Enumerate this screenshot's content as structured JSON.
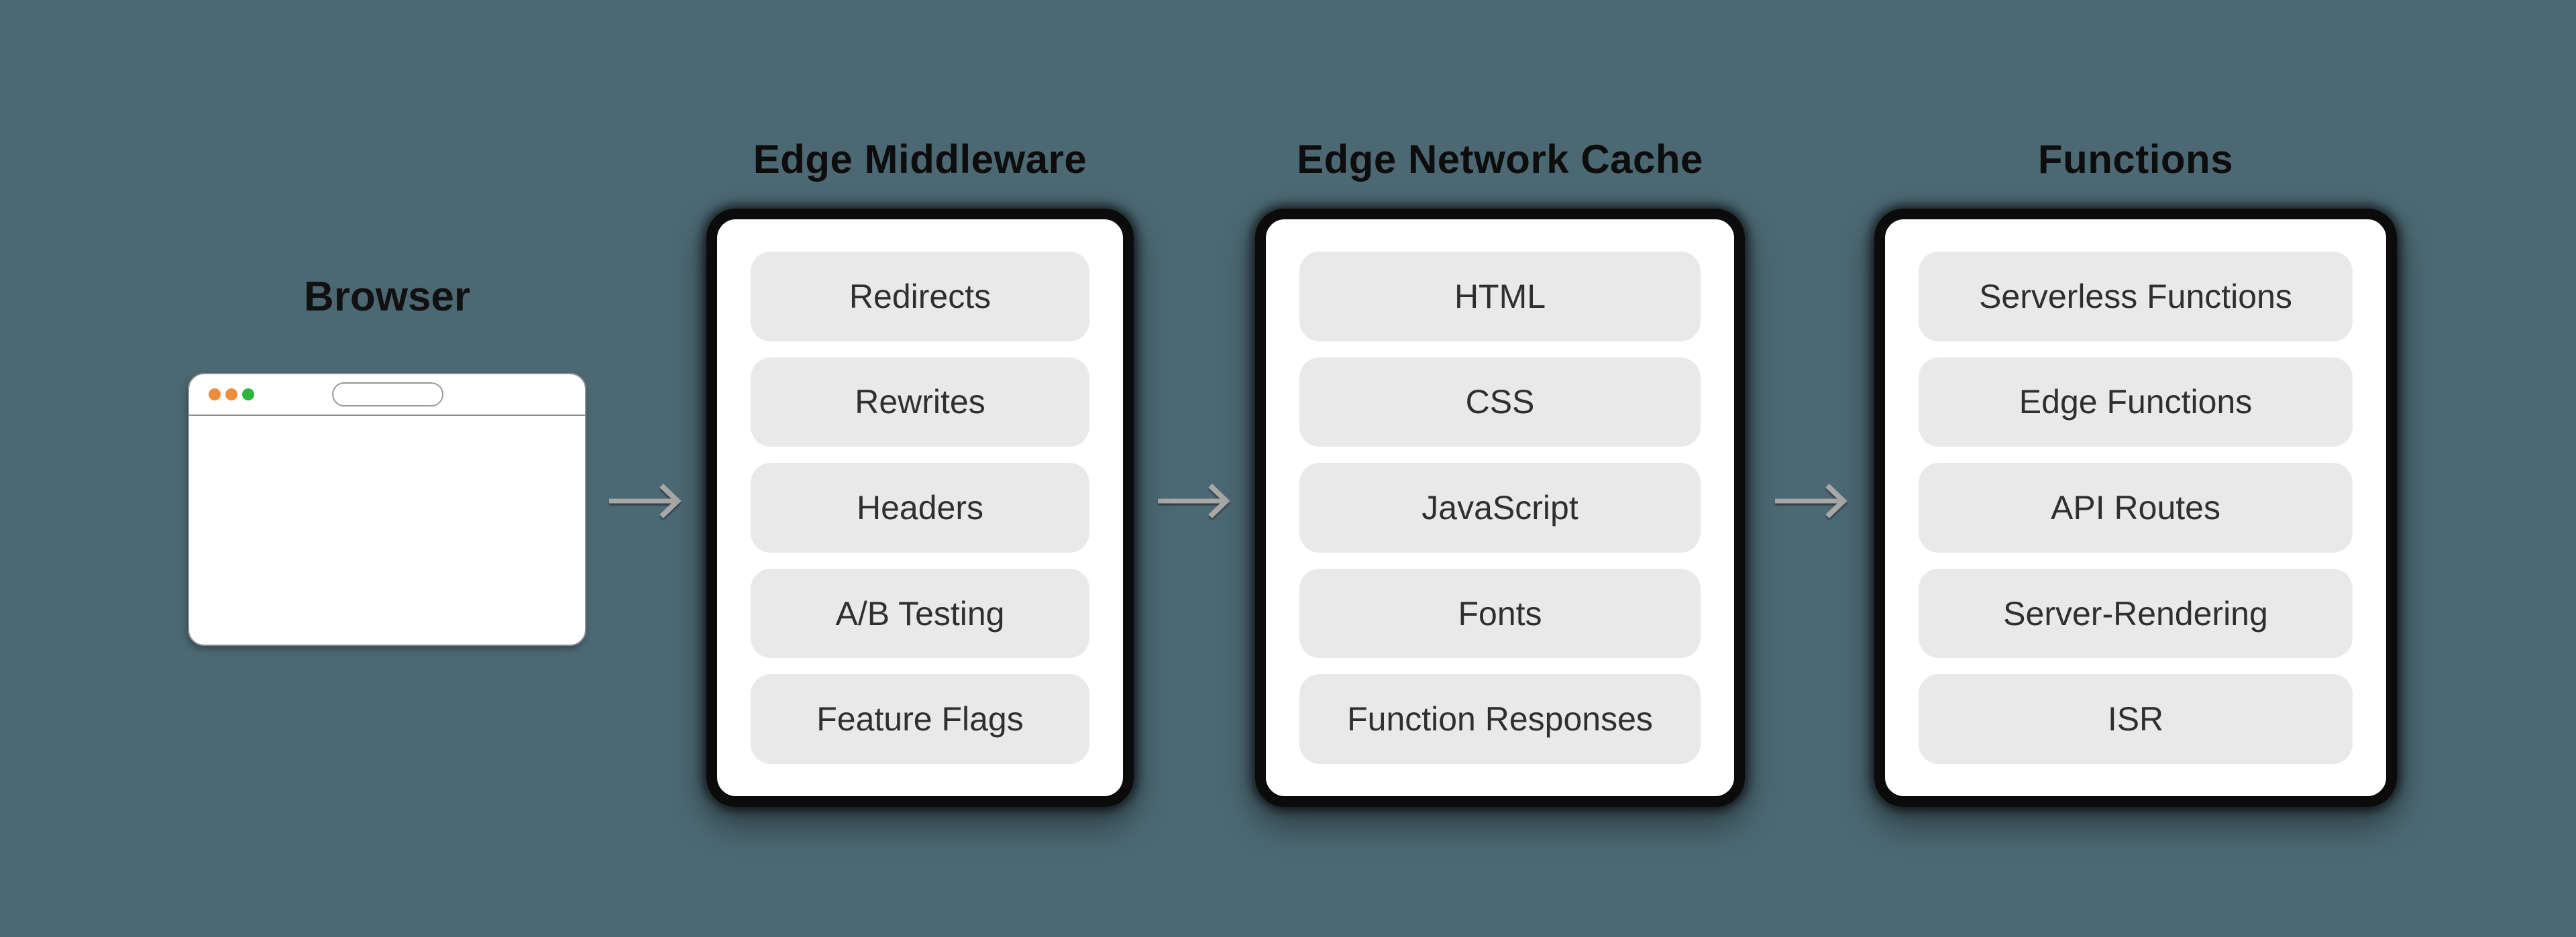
{
  "browser": {
    "label": "Browser",
    "traffic_lights": [
      "#EE8C3C",
      "#EE8C3C",
      "#2EB43B"
    ],
    "url_bar_value": ""
  },
  "panels": [
    {
      "title": "Edge Middleware",
      "items": [
        "Redirects",
        "Rewrites",
        "Headers",
        "A/B Testing",
        "Feature Flags"
      ]
    },
    {
      "title": "Edge Network Cache",
      "items": [
        "HTML",
        "CSS",
        "JavaScript",
        "Fonts",
        "Function Responses"
      ]
    },
    {
      "title": "Functions",
      "items": [
        "Serverless Functions",
        "Edge Functions",
        "API Routes",
        "Server-Rendering",
        "ISR"
      ]
    }
  ],
  "flow": {
    "arrow_count": 3,
    "direction": "left-to-right",
    "sequence": [
      "Browser",
      "Edge Middleware",
      "Edge Network Cache",
      "Functions"
    ]
  },
  "colors": {
    "background": "#4C6973",
    "panel_border": "#0B0B0B",
    "panel_background": "#FFFFFF",
    "pill_background": "#E9E9E9",
    "pill_text": "#2F2F2F",
    "title_text": "#0D0D0D",
    "arrow": "#A8A8A8",
    "window_border": "#8F8F8F",
    "dot_orange": "#EE8C3C",
    "dot_green": "#2EB43B"
  }
}
